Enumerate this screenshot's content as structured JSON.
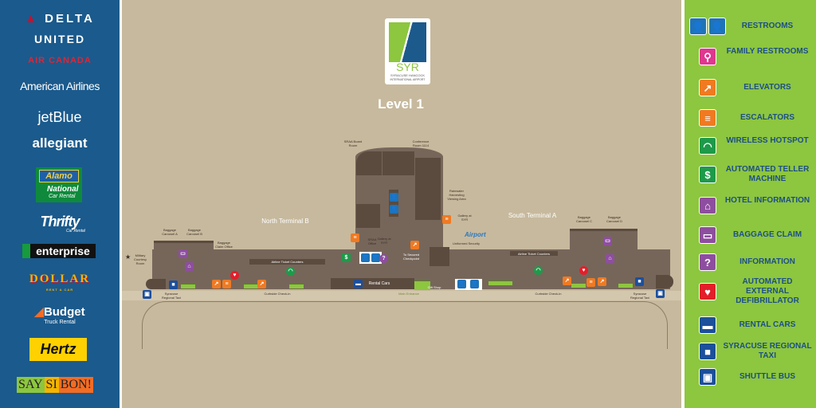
{
  "partners": {
    "delta": "DELTA",
    "united": "UNITED",
    "air_canada": "AIR CANADA",
    "american": "American Airlines",
    "jetblue": "jetBlue",
    "allegiant": "allegiant",
    "alamo": "Alamo",
    "national": "National",
    "national_sub": "Car Rental",
    "thrifty": "Thrifty",
    "thrifty_sub": "Car Rental",
    "enterprise": "enterprise",
    "dollar": "DOLLAR",
    "dollar_sub": "RENT A CAR",
    "budget": "Budget",
    "budget_sub": "Truck Rental",
    "hertz": "Hertz",
    "saysibon": [
      "SAY",
      "SI",
      "BON!"
    ]
  },
  "map": {
    "logo": {
      "mark": "SYR",
      "line1": "SYRACUSE HANCOCK",
      "line2": "INTERNATIONAL AIRPORT"
    },
    "level_title": "Level 1",
    "areas": {
      "north": "North Terminal B",
      "south": "South Terminal A"
    },
    "labels": {
      "srra_board": "SRAA Board Room",
      "conference": "Conference Room 1114",
      "rainwater": "Rainwater Harvesting Viewing Area",
      "gallery_top": "Gallery at SYR",
      "gallery_left": "Gallery at SYR",
      "srra_office": "SRAA Office",
      "baggage_a": "Baggage Carousel A",
      "baggage_b": "Baggage Carousel B",
      "baggage_c": "Baggage Carousel C",
      "baggage_d": "Baggage Carousel D",
      "baggage_claim_office": "Baggage Claim Office",
      "military": "Military Courtesy Room",
      "ticket_north": "Airline Ticket Counters",
      "ticket_south": "Airline Ticket Counters",
      "checkpoint": "To Secured Checkpoint",
      "uniformed": "Uniformed Security",
      "curbside_north": "Curbside Check-in",
      "curbside_south": "Curbside Check-in",
      "taxi_north": "Syracuse Regional Taxi",
      "taxi_south": "Syracuse Regional Taxi",
      "rental_cars": "Rental Cars",
      "main_entrance": "Main Entrance",
      "gift_shop": "Gift Shop",
      "airport_brand": "Airport"
    }
  },
  "legend": {
    "items": [
      {
        "label": "RESTROOMS",
        "icon": "restroom-icon",
        "color": "#1f73b7"
      },
      {
        "label": "FAMILY RESTROOMS",
        "icon": "family-restroom-icon",
        "color": "#e0378f"
      },
      {
        "label": "ELEVATORS",
        "icon": "elevator-icon",
        "color": "#f07a22"
      },
      {
        "label": "ESCALATORS",
        "icon": "escalator-icon",
        "color": "#f07a22"
      },
      {
        "label": "WIRELESS HOTSPOT",
        "icon": "wifi-icon",
        "color": "#1e9a4a"
      },
      {
        "label": "AUTOMATED TELLER MACHINE",
        "icon": "atm-icon",
        "color": "#1e9a4a"
      },
      {
        "label": "HOTEL INFORMATION",
        "icon": "hotel-icon",
        "color": "#8e4ea0"
      },
      {
        "label": "BAGGAGE CLAIM",
        "icon": "baggage-icon",
        "color": "#8e4ea0"
      },
      {
        "label": "INFORMATION",
        "icon": "information-icon",
        "color": "#8e4ea0"
      },
      {
        "label": "AUTOMATED EXTERNAL DEFIBRILLATOR",
        "icon": "defibrillator-icon",
        "color": "#e21f2a"
      },
      {
        "label": "RENTAL CARS",
        "icon": "rental-car-icon",
        "color": "#1c4f9c"
      },
      {
        "label": "SYRACUSE REGIONAL TAXI",
        "icon": "taxi-icon",
        "color": "#1c4f9c"
      },
      {
        "label": "SHUTTLE BUS",
        "icon": "shuttle-bus-icon",
        "color": "#1c4f9c"
      }
    ]
  }
}
